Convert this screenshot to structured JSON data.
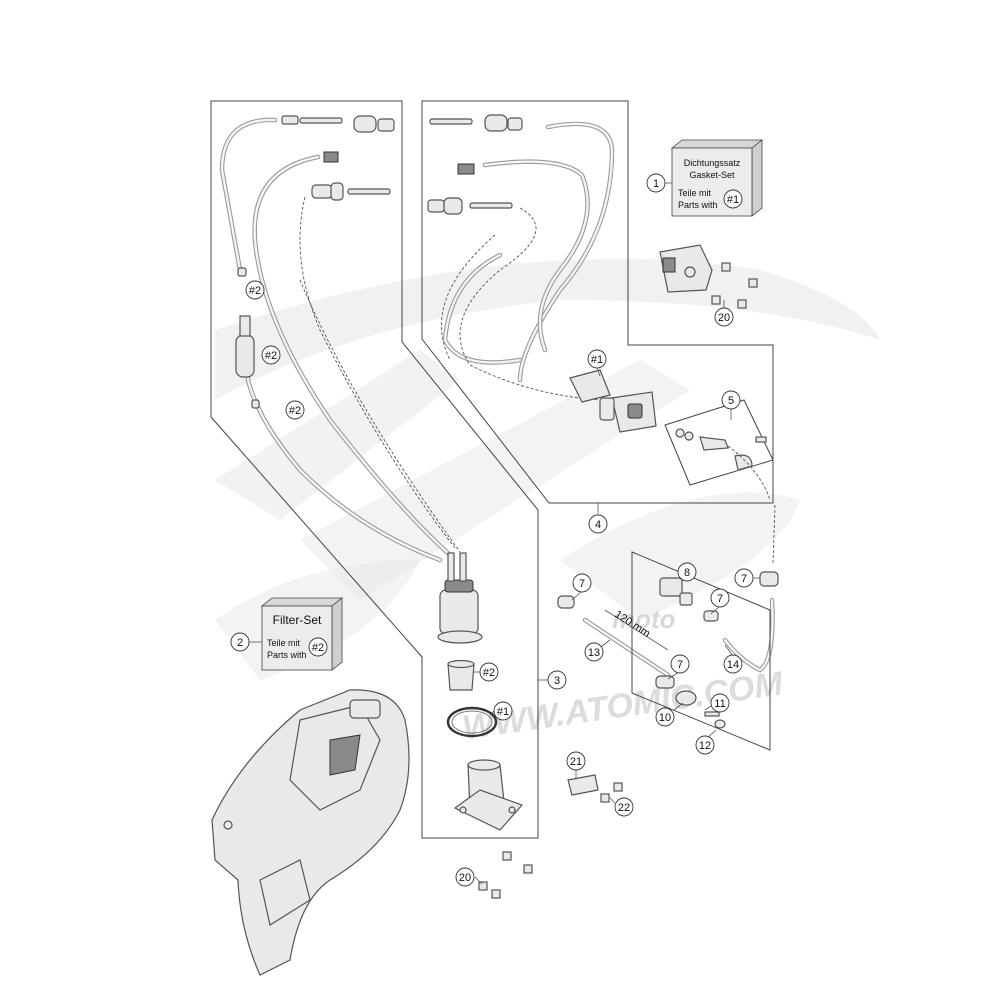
{
  "kits": {
    "gasket": {
      "title1": "Dichtungssatz",
      "title2": "Gasket-Set",
      "line1": "Teile mit",
      "line2": "Parts with",
      "ref": "#1",
      "number": "1"
    },
    "filter": {
      "title": "Filter-Set",
      "line1": "Teile mit",
      "line2": "Parts with",
      "ref": "#2",
      "number": "2"
    }
  },
  "dimension": {
    "label": "120 mm"
  },
  "watermark": {
    "text": "WWW.ATOMIC.COM",
    "brand": "moto"
  },
  "callouts": {
    "c3": "3",
    "c4": "4",
    "c5": "5",
    "c7a": "7",
    "c7b": "7",
    "c7c": "7",
    "c7d": "7",
    "c8": "8",
    "c10": "10",
    "c11": "11",
    "c12": "12",
    "c13": "13",
    "c14": "14",
    "c20a": "20",
    "c20b": "20",
    "c21": "21",
    "c22": "22",
    "r1a": "#1",
    "r1b": "#1",
    "r2a": "#2",
    "r2b": "#2",
    "r2c": "#2",
    "r2d": "#2"
  },
  "colors": {
    "line": "#444444",
    "part_fill": "#e9e9e9",
    "watermark": "#e7e7e7"
  }
}
